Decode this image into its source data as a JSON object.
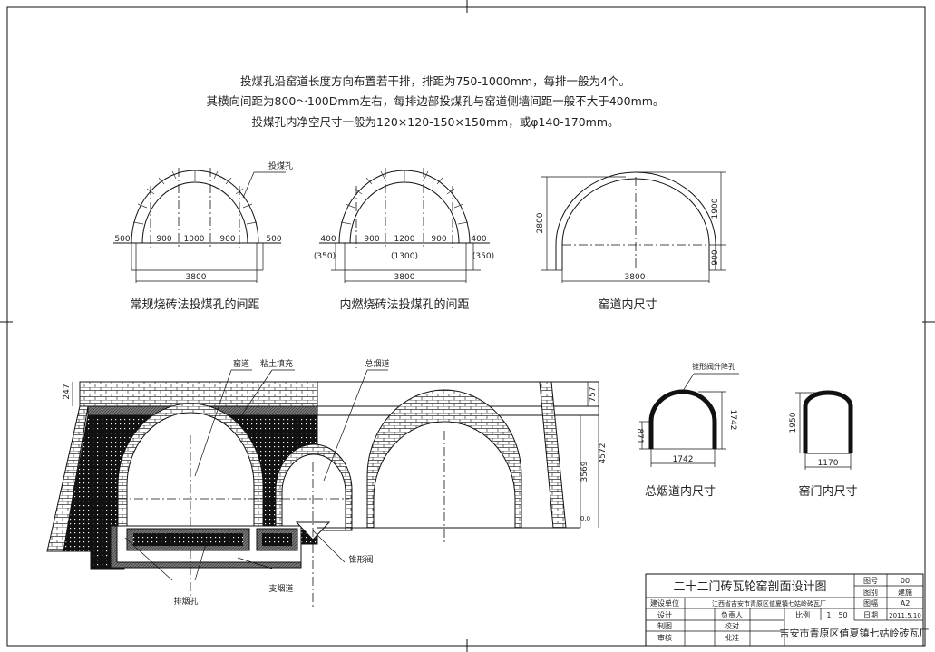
{
  "notes": [
    "投煤孔沿窑道长度方向布置若干排，排距为750-1000mm，每排一般为4个。",
    "其横向间距为800～100Dmm左右，每排边部投煤孔与窑道侧墙间距一般不大于400mm。",
    "投煤孔内净空尺寸一般为120×120-150×150mm，或φ140-170mm。"
  ],
  "fig1": {
    "label_hole": "投煤孔",
    "dims": [
      "500",
      "900",
      "1000",
      "900",
      "500"
    ],
    "total": "3800",
    "caption": "常规烧砖法投煤孔的间距"
  },
  "fig2": {
    "dims": [
      "400",
      "900",
      "1200",
      "900",
      "400"
    ],
    "dims_alt": [
      "(350)",
      "(1300)",
      "(350)"
    ],
    "total": "3800",
    "caption": "内燃烧砖法投煤孔的间距"
  },
  "fig3": {
    "height": "2800",
    "upper": "1900",
    "lower": "900",
    "width": "3800",
    "caption": "窑道内尺寸"
  },
  "section": {
    "labels": {
      "kiln_passage": "窑道",
      "clay_fill": "粘土填充",
      "main_flue": "总烟道",
      "cone_valve": "锥形阀",
      "branch_flue": "支烟道",
      "exhaust_hole": "排烟孔"
    },
    "dims": {
      "d247": "247",
      "d757": "757",
      "d3569": "3569",
      "d4572": "4572",
      "elev": "0.0"
    }
  },
  "flue": {
    "label": "锥形阀升降孔",
    "width": "1742",
    "height": "1742",
    "wall": "871",
    "caption": "总烟道内尺寸"
  },
  "door": {
    "height": "1950",
    "width": "1170",
    "caption": "窑门内尺寸"
  },
  "titleblock": {
    "title": "二十二门砖瓦轮窑剖面设计图",
    "fig_no_label": "图号",
    "fig_no": "00",
    "category_label": "图别",
    "category": "建施",
    "size_label": "图幅",
    "size": "A2",
    "client_label": "建设单位",
    "client": "江西省吉安市青原区值夏镇七姑岭砖瓦厂",
    "design_label": "设计",
    "owner_label": "负责人",
    "scale_label": "比例",
    "scale": "1：50",
    "date_label": "日期",
    "date": "2011.5.10",
    "draw_label": "制图",
    "check_label": "校对",
    "review_label": "审核",
    "approve_label": "批准",
    "company": "吉安市青原区值夏镇七姑岭砖瓦厂"
  }
}
